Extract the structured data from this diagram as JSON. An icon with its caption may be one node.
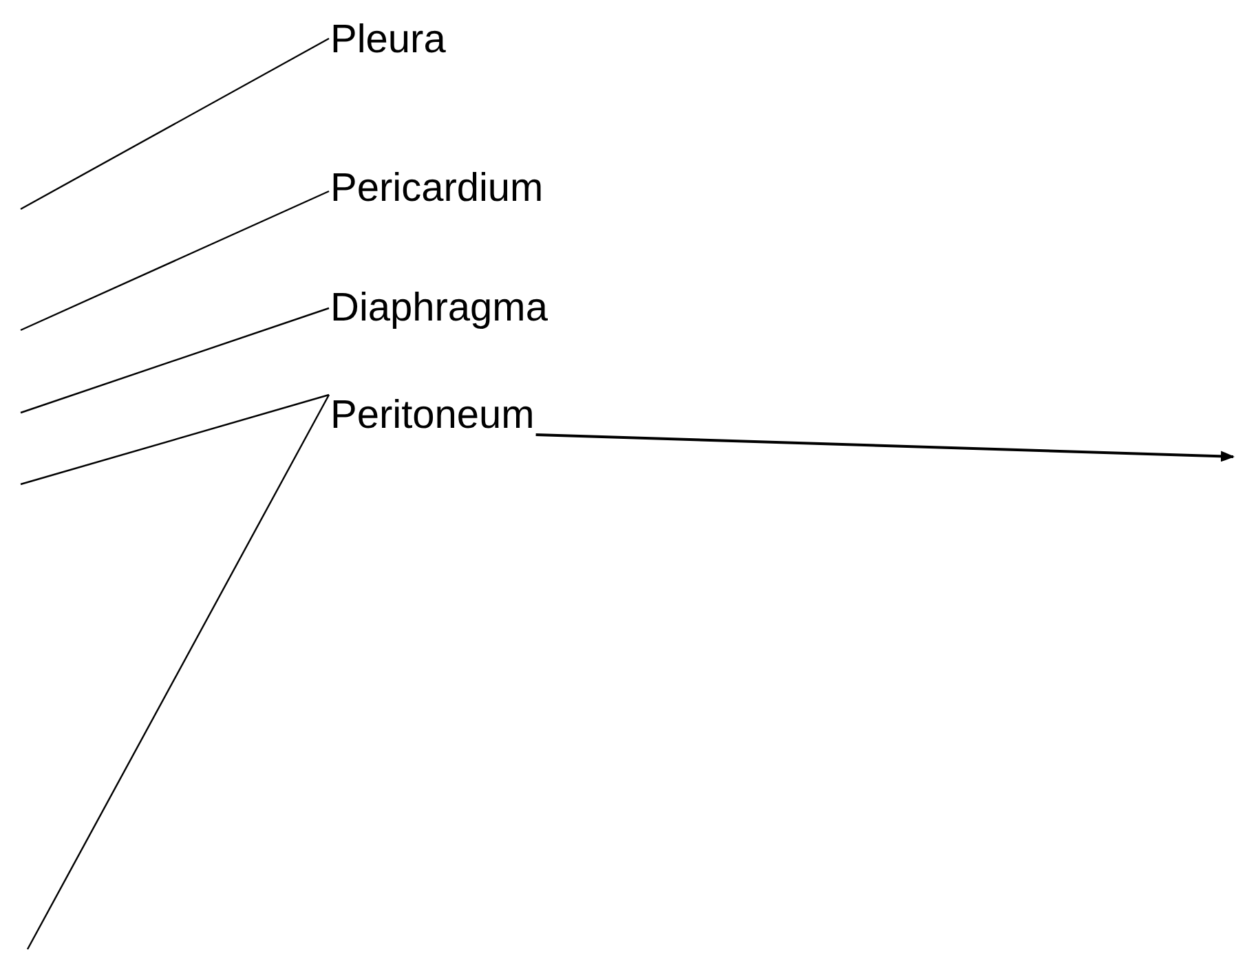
{
  "diagram": {
    "nodes": [
      {
        "text": [
          "Pleura"
        ]
      },
      {
        "text": [
          "Pericardium"
        ]
      },
      {
        "text": [
          "Diaphragma"
        ]
      },
      {
        "text": [
          "Peritoneum"
        ]
      }
    ],
    "edges": [
      {
        "from": 0,
        "to": null,
        "arrow": "none"
      },
      {
        "from": 1,
        "to": null,
        "arrow": "none"
      },
      {
        "from": 2,
        "to": null,
        "arrow": "none"
      },
      {
        "from": 3,
        "to": null,
        "arrow": "none"
      },
      {
        "from": 3,
        "to": null,
        "arrow": "none"
      },
      {
        "from": 3,
        "to": null,
        "arrow": "to"
      }
    ]
  }
}
